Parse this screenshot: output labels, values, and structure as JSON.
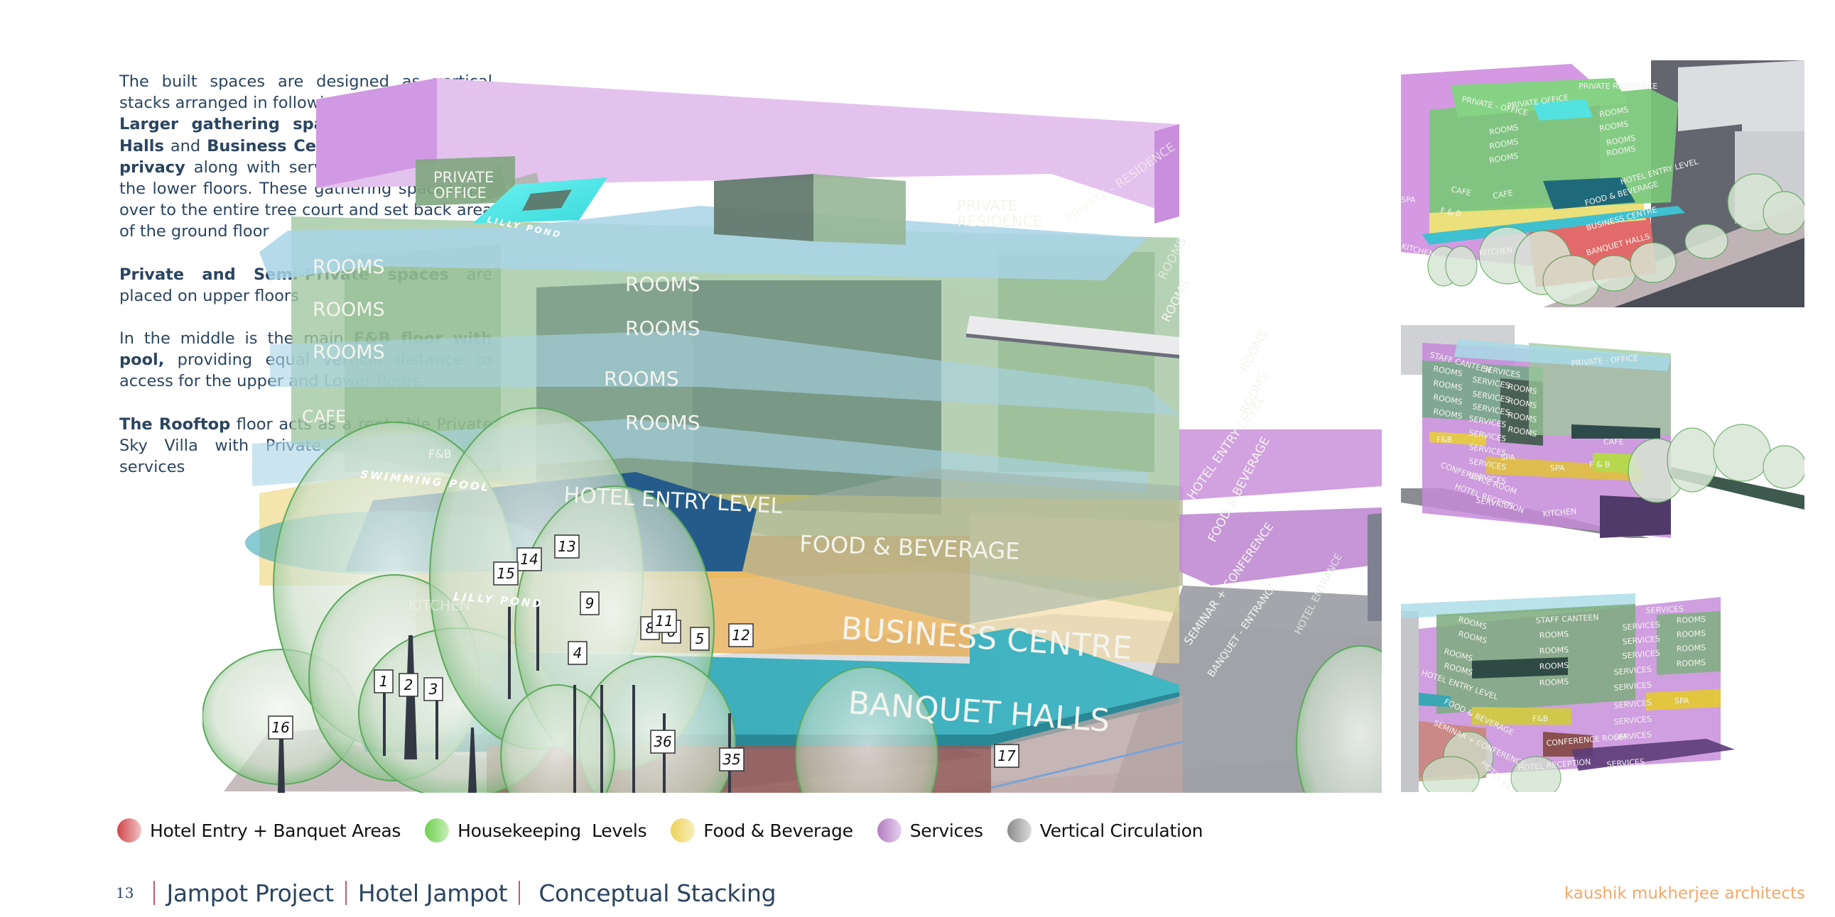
{
  "intro": {
    "p1": [
      {
        "t": "The built spaces are designed as vertical stacks arranged in following order :",
        "b": false,
        "br": true
      },
      {
        "t": "Larger gathering spaces",
        "b": true
      },
      {
        "t": " like ",
        "b": false
      },
      {
        "t": "Banquets Halls",
        "b": true
      },
      {
        "t": " and ",
        "b": false
      },
      {
        "t": "Business Centre, requiring less privacy",
        "b": true
      },
      {
        "t": " along with services are provided at the lower floors. These gathering spaces spill over to the entire tree court and set back area of the ground floor",
        "b": false
      }
    ],
    "p2": [
      {
        "t": "Private and Semi-Private spaces",
        "b": true
      },
      {
        "t": " are placed on upper floors",
        "b": false
      }
    ],
    "p3": [
      {
        "t": "In the middle is the main ",
        "b": false
      },
      {
        "t": "F&B floor with pool,",
        "b": true
      },
      {
        "t": " providing equal vertical distance to access for the upper and Lower floors",
        "b": false
      }
    ],
    "p4": [
      {
        "t": "The Rooftop",
        "b": true
      },
      {
        "t": " floor acts as a rent-able Private Sky Villa with Private office space and services",
        "b": false
      }
    ]
  },
  "main_diagram": {
    "labels": {
      "private_office": [
        "PRIVATE",
        "OFFICE"
      ],
      "private_residence": [
        "PRIVATE",
        "RESIDENCE"
      ],
      "private_residence_side": "PRIVATE - RESIDENCE",
      "lilly_pond_top": "LILLY POND",
      "rooms": "ROOMS",
      "cafe": "CAFE",
      "fnb": "F&B",
      "swimming_pool": "SWIMMING POOL",
      "hotel_entry_level": "HOTEL ENTRY LEVEL",
      "food_beverage": "FOOD & BEVERAGE",
      "lilly_pond": "LILLY POND",
      "kitchen": "KITCHEN",
      "business_centre": "BUSINESS CENTRE",
      "banquet_halls": "BANQUET HALLS",
      "seminar_conference": "SEMINAR + CONFERENCE",
      "banquet_entrance": "BANQUET - ENTRANCE",
      "hotel_entrance": "HOTEL ENTRANCE"
    },
    "tree_tags": [
      "1",
      "2",
      "3",
      "4",
      "5",
      "6",
      "8",
      "9",
      "11",
      "12",
      "13",
      "14",
      "15",
      "16",
      "17",
      "35",
      "36"
    ]
  },
  "thumbnails": {
    "top": {
      "labels": [
        "PRIVATE - OFFICE",
        "PRIVATE OFFICE",
        "PRIVATE RESIDENCE",
        "ROOMS",
        "ROOMS",
        "ROOMS",
        "ROOMS",
        "ROOMS",
        "ROOMS",
        "ROOMS",
        "CAFE",
        "CAFE",
        "F & B",
        "HOTEL ENTRY LEVEL",
        "FOOD & BEVERAGE",
        "BUSINESS CENTRE",
        "BANQUET HALLS",
        "KITCHEN",
        "KITCHEN",
        "SPA"
      ]
    },
    "middle": {
      "labels": [
        "STAFF CANTEEN",
        "ROOMS",
        "ROOMS",
        "ROOMS",
        "ROOMS",
        "SERVICES",
        "SERVICES",
        "SERVICES",
        "SERVICES",
        "SERVICES",
        "SERVICES",
        "SERVICES",
        "SERVICES",
        "SERVICES",
        "SERVICES",
        "ROOMS",
        "ROOMS",
        "ROOMS",
        "ROOMS",
        "PRIVATE - OFFICE",
        "F&B",
        "SPA",
        "SPA",
        "CAFE",
        "F & B",
        "CONFERENCE ROOM",
        "HOTEL RECEPTION",
        "KITCHEN"
      ]
    },
    "bottom": {
      "labels": [
        "STAFF CANTEEN",
        "SERVICES",
        "ROOMS",
        "ROOMS",
        "ROOMS",
        "ROOMS",
        "SERVICES",
        "SERVICES",
        "SERVICES",
        "SERVICES",
        "SERVICES",
        "SERVICES",
        "SERVICES",
        "SERVICES",
        "SERVICES",
        "ROOMS",
        "ROOMS",
        "ROOMS",
        "ROOMS",
        "ROOMS",
        "ROOMS",
        "ROOMS",
        "ROOMS",
        "HOTEL ENTRY LEVEL",
        "FOOD & BEVERAGE",
        "SEMINAR + CONFERENCE",
        "F&B",
        "SPA",
        "CONFERENCE ROOM",
        "HOTEL RECEPTION",
        "HOTEL ENTRANCE"
      ]
    }
  },
  "legend": [
    {
      "label": "Hotel Entry + Banquet Areas",
      "color": "#d0444a",
      "light": "#f0c4c6"
    },
    {
      "label": "Housekeeping  Levels",
      "color": "#6fcf4f",
      "light": "#c8efb8"
    },
    {
      "label": "Food & Beverage",
      "color": "#ecd35a",
      "light": "#f8eebb"
    },
    {
      "label": "Services",
      "color": "#b07cc0",
      "light": "#e8d2ef"
    },
    {
      "label": "Vertical Circulation",
      "color": "#8a8a8a",
      "light": "#dcdcdc"
    }
  ],
  "footer": {
    "page_number": "13",
    "crumbs": [
      "Jampot Project",
      "Hotel Jampot",
      "Conceptual Stacking"
    ],
    "firm": "kaushik mukherjee architects"
  },
  "colors": {
    "text": "#2b4560",
    "separator": "#c45a6c",
    "firm": "#f4a86a",
    "rooms_green": "#8dbf8d",
    "services_purple": "#d7a8e6",
    "pool_blue": "#245b8a",
    "pond_teal": "#3aa7b5",
    "fnb_yellow": "#e9b04d",
    "banquet_red": "#8d5a5a",
    "slab_blue": "#a9d3e6"
  }
}
